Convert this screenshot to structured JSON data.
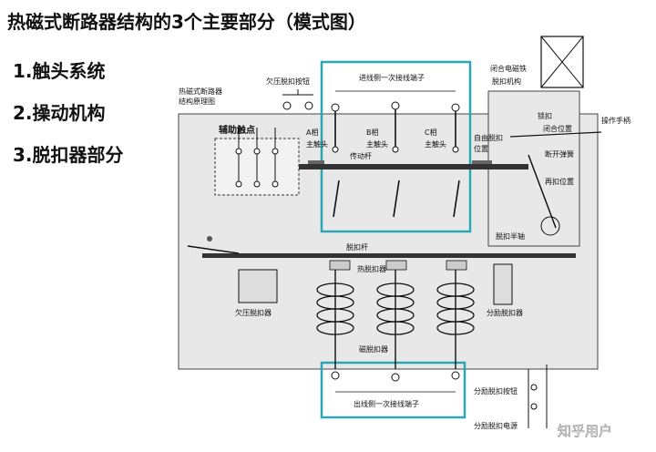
{
  "title": "热磁式断路器结构的3个主要部分（模式图）",
  "points": [
    "1.触头系统",
    "2.操动机构",
    "3.脱扣器部分"
  ],
  "diagram": {
    "box_label_line1": "热磁式断路器",
    "box_label_line2": "结构原理图",
    "undervoltage_button": "欠压脱扣按钮",
    "input_terminals": "进线侧一次接线端子",
    "closing_electromagnet_line1": "闭合电磁铁",
    "closing_electromagnet_line2": "脱扣机构",
    "aux_contacts": "辅助触点",
    "phase_a_line1": "A相",
    "phase_a_line2": "主触头",
    "phase_b_line1": "B相",
    "phase_b_line2": "主触头",
    "phase_c_line1": "C相",
    "phase_c_line2": "主触头",
    "drive_rod": "传动杆",
    "free_release_line1": "自由脱扣",
    "free_release_line2": "位置",
    "lock": "锁扣",
    "close_position": "闭合位置",
    "handle": "操作手柄",
    "open_spring": "断开弹簧",
    "reset_position": "再扣位置",
    "trip_half_shaft": "脱扣半轴",
    "trip_rod": "脱扣杆",
    "thermal_release": "热脱扣器",
    "undervoltage_release": "欠压脱扣器",
    "shunt_release": "分励脱扣器",
    "magnetic_release": "磁脱扣器",
    "shunt_button": "分励脱扣按钮",
    "output_terminals": "出线侧一次接线端子",
    "shunt_power": "分励脱扣电源",
    "watermark": "知乎用户"
  },
  "colors": {
    "highlight": "#2aa6b4",
    "line": "#111111",
    "panel": "#e8e8e8"
  }
}
